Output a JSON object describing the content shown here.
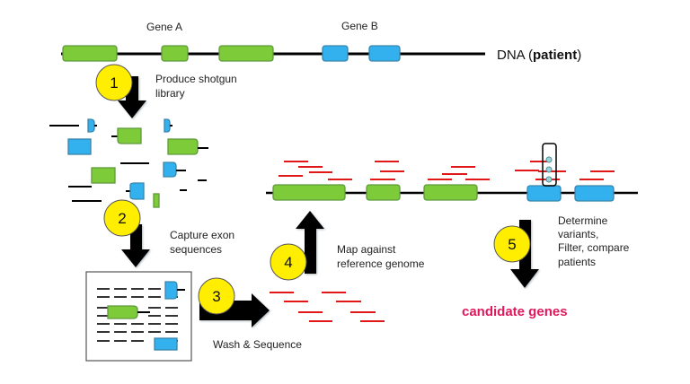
{
  "title": "Exome sequencing workflow",
  "colors": {
    "exon_a": "#7ecb3a",
    "exon_a_border": "#5f9a3c",
    "exon_b": "#33b0ee",
    "exon_b_border": "#3a86aa",
    "dna_line": "#000000",
    "read": "#e01818",
    "step_circle": "#ffee00",
    "arrow": "#000000",
    "candidate": "#e0185c",
    "variant_dot": "#9ad3da"
  },
  "dna": {
    "gene_a_label": "Gene A",
    "gene_b_label": "Gene B",
    "label_prefix": "DNA (",
    "label_bold": "patient",
    "label_suffix": ")"
  },
  "steps": [
    {
      "number": "1",
      "line1": "Produce shotgun",
      "line2": "library"
    },
    {
      "number": "2",
      "line1": "Capture exon",
      "line2": "sequences"
    },
    {
      "number": "3",
      "line1": "Wash & Sequence"
    },
    {
      "number": "4",
      "line1": "Map against",
      "line2": "reference genome"
    },
    {
      "number": "5",
      "line1": "Determine",
      "line2": "variants,",
      "line3": "Filter, compare",
      "line4": "patients"
    }
  ],
  "result": {
    "label": "candidate genes"
  }
}
